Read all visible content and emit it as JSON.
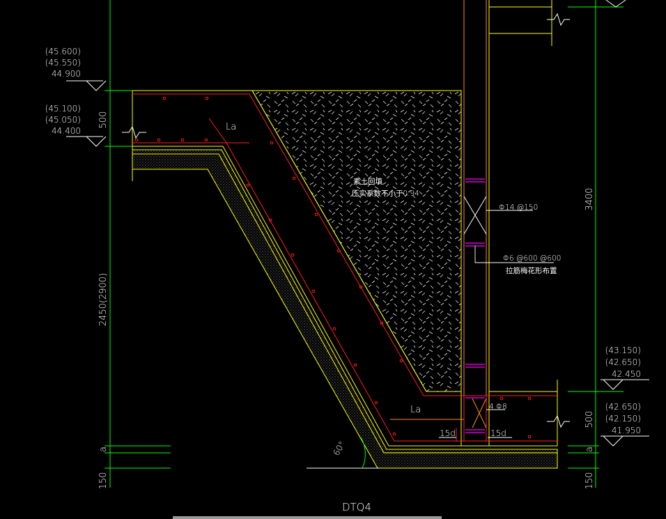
{
  "drawing": {
    "title": "DTQ4",
    "colors": {
      "background": "#000000",
      "concrete_outline": "#ffff00",
      "rebar_red": "#ff2020",
      "wall_orange": "#ff8c1a",
      "dimension_green": "#00ff00",
      "text_white": "#ffffff",
      "stirrup_magenta": "#ff00ff",
      "grey_bar": "#9a9a9a"
    }
  },
  "elevations": {
    "upper_left": [
      "(45.600)",
      "(45.550)",
      "44.900"
    ],
    "mid_left": [
      "(45.100)",
      "(45.050)",
      "44.400"
    ],
    "upper_right": [
      "(43.150)",
      "(42.650)",
      "42.450"
    ],
    "lower_right": [
      "(42.650)",
      "(42.150)",
      "41.950"
    ]
  },
  "dimensions": {
    "left_500": "500",
    "left_height": "2450(2900)",
    "left_a": "a",
    "left_150": "150",
    "right_3400": "3400",
    "right_500": "500",
    "right_a": "a",
    "right_150": "150"
  },
  "annotations": {
    "la_top": "La",
    "la_bottom": "La",
    "fill_note_1": "素土回填",
    "fill_note_2": "压实系数不小于0.94",
    "rebar_main": "Φ14 @150",
    "rebar_tie": "Φ6 @600 @600",
    "rebar_tie_note": "拉筋梅花形布置",
    "stirrup": "4 Φ8",
    "lap_left": "15d",
    "lap_right": "15d",
    "angle": "60°"
  }
}
